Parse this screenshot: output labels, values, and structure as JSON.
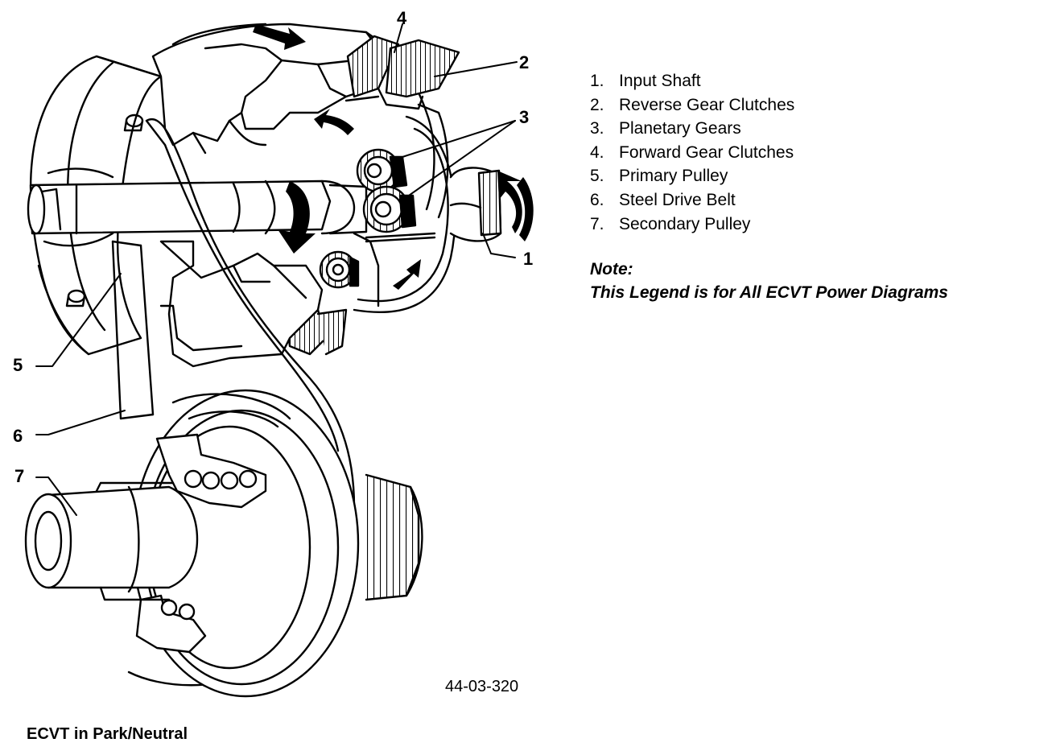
{
  "callouts": [
    "1",
    "2",
    "3",
    "4",
    "5",
    "6",
    "7"
  ],
  "legend": [
    {
      "num": "1.",
      "label": "Input Shaft"
    },
    {
      "num": "2.",
      "label": "Reverse Gear Clutches"
    },
    {
      "num": "3.",
      "label": "Planetary Gears"
    },
    {
      "num": "4.",
      "label": "Forward Gear Clutches"
    },
    {
      "num": "5.",
      "label": "Primary Pulley"
    },
    {
      "num": "6.",
      "label": "Steel Drive Belt"
    },
    {
      "num": "7.",
      "label": "Secondary Pulley"
    }
  ],
  "note": {
    "title": "Note:",
    "text": "This Legend is for All ECVT Power Diagrams"
  },
  "figure_id": "44-03-320",
  "caption": "ECVT in Park/Neutral"
}
